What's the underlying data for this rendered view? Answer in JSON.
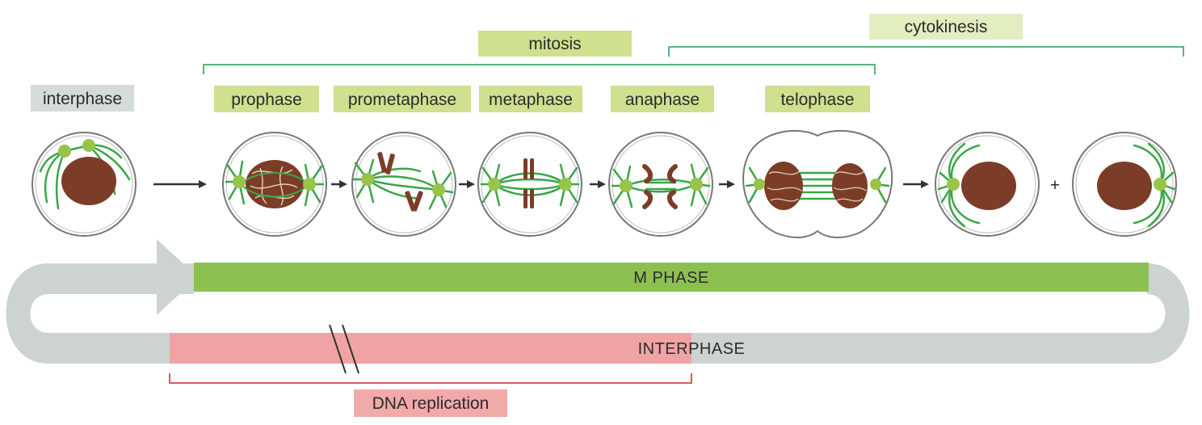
{
  "labels": {
    "mitosis": "mitosis",
    "cytokinesis": "cytokinesis",
    "interphase": "interphase",
    "prophase": "prophase",
    "prometaphase": "prometaphase",
    "metaphase": "metaphase",
    "anaphase": "anaphase",
    "telophase": "telophase",
    "plus": "+"
  },
  "cycle": {
    "m_phase_text": "M  PHASE",
    "interphase_text": "INTERPHASE",
    "dna_replication": "DNA replication"
  },
  "colors": {
    "green_label": "#cfe08f",
    "green_label_light": "#e3eec0",
    "grey_label": "#d5dbd9",
    "pink_label": "#f1a9aa",
    "m_phase_bar": "#8cc152",
    "interphase_bar": "#cdd3d0",
    "dna_bar": "#f0a3a5",
    "spindle": "#3aa648",
    "centrosome": "#98c44a",
    "chromosome": "#7b3d27",
    "bracket_green": "#5ab67a",
    "bracket_red": "#d95b5d"
  }
}
